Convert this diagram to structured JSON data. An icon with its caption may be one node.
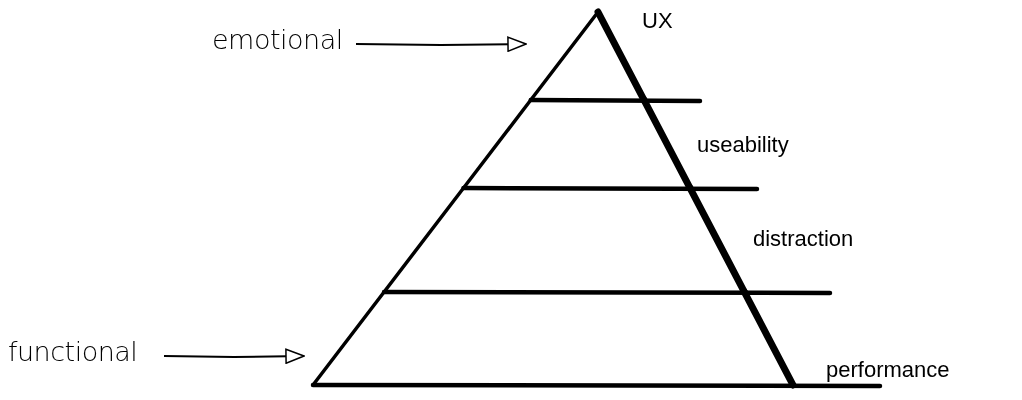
{
  "diagram": {
    "nodes": [
      {
        "text": [
          "UX"
        ]
      },
      {
        "text": [
          "useability"
        ]
      },
      {
        "text": [
          "distraction"
        ]
      },
      {
        "text": [
          "performance"
        ]
      },
      {
        "text": [
          "emotional"
        ]
      },
      {
        "text": [
          "functional"
        ]
      }
    ],
    "edges": [
      {
        "from": 4,
        "to": 0,
        "arrow": "to"
      },
      {
        "from": 5,
        "to": 3,
        "arrow": "to"
      }
    ]
  }
}
